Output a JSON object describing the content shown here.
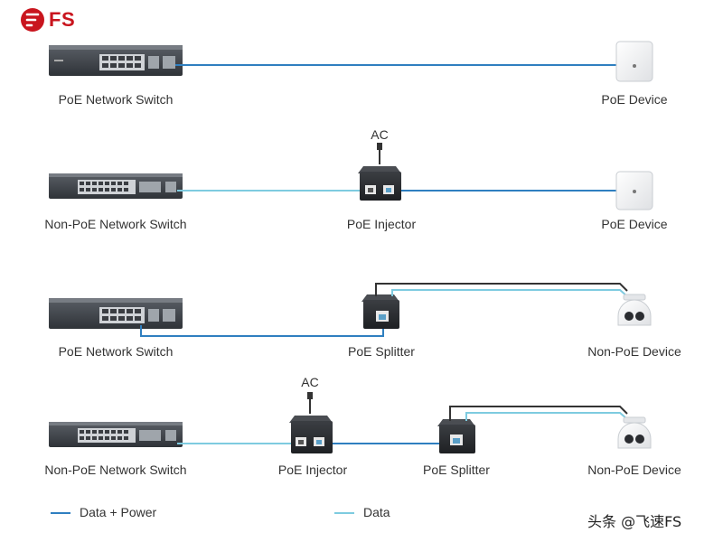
{
  "brand": {
    "logo_text": "FS",
    "logo_color": "#c9151e"
  },
  "colors": {
    "data_power": "#2f7fc0",
    "data": "#7ecbe0",
    "power_cable": "#333333"
  },
  "rows": [
    {
      "left_label": "PoE Network Switch",
      "right_label": "PoE Device"
    },
    {
      "left_label": "Non-PoE Network Switch",
      "middle_label": "PoE Injector",
      "ac_label": "AC",
      "right_label": "PoE Device"
    },
    {
      "left_label": "PoE Network Switch",
      "middle_label": "PoE Splitter",
      "right_label": "Non-PoE Device"
    },
    {
      "left_label": "Non-PoE Network Switch",
      "injector_label": "PoE Injector",
      "ac_label": "AC",
      "splitter_label": "PoE Splitter",
      "right_label": "Non-PoE Device"
    }
  ],
  "legend": {
    "data_power": "Data + Power",
    "data": "Data"
  },
  "watermark": "头条 @飞速FS"
}
